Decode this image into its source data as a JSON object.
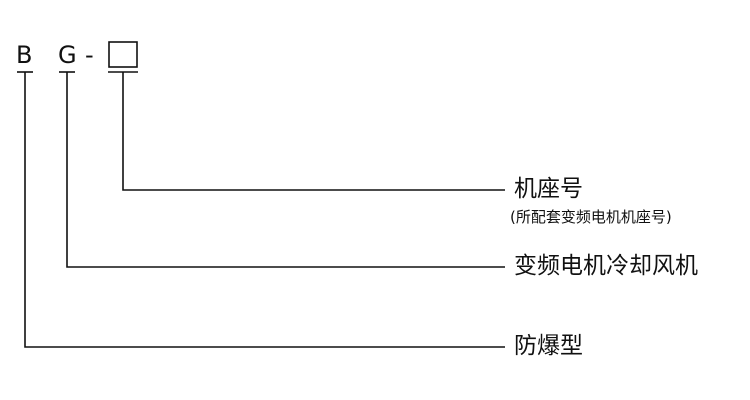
{
  "code": {
    "letter1": "B",
    "letter2": "G",
    "dash": "-"
  },
  "labels": {
    "frame": "机座号",
    "frame_note": "(所配套变频电机机座号)",
    "fan": "变频电机冷却风机",
    "explosion_proof": "防爆型"
  }
}
